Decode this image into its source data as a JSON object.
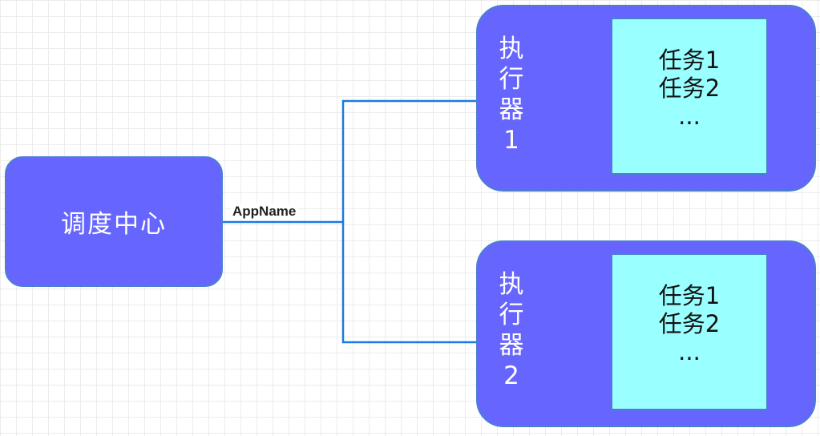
{
  "colors": {
    "node_fill": "#6666ff",
    "node_border": "#4a7fd0",
    "task_fill": "#99ffff",
    "connector": "#1a7be0"
  },
  "scheduler": {
    "label": "调度中心"
  },
  "edge": {
    "label": "AppName"
  },
  "executors": [
    {
      "title_chars": [
        "执",
        "行",
        "器",
        "1"
      ],
      "tasks": [
        "任务1",
        "任务2",
        "..."
      ]
    },
    {
      "title_chars": [
        "执",
        "行",
        "器",
        "2"
      ],
      "tasks": [
        "任务1",
        "任务2",
        "..."
      ]
    }
  ]
}
